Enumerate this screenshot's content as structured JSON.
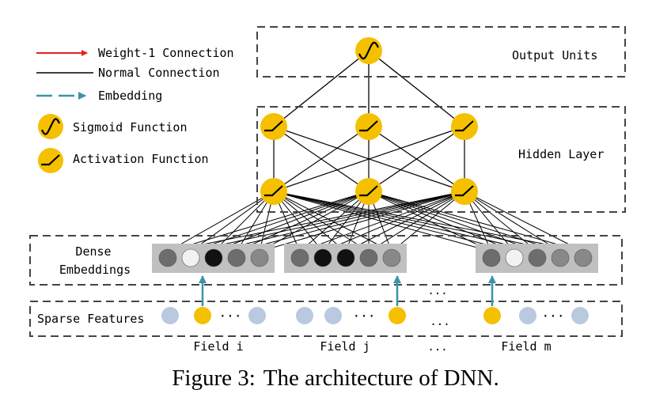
{
  "legend": {
    "weight1": "Weight-1 Connection",
    "normal": "Normal Connection",
    "embedding": "Embedding",
    "sigmoid": "Sigmoid Function",
    "activation": "Activation Function"
  },
  "layers": {
    "output": "Output Units",
    "hidden": "Hidden Layer",
    "dense_line1": "Dense",
    "dense_line2": "Embeddings",
    "sparse": "Sparse Features"
  },
  "fields": [
    "Field i",
    "Field j",
    "Field m"
  ],
  "ellipsis": "...",
  "inline_dots": "···",
  "caption": {
    "label": "Figure 3:",
    "text": "The architecture of DNN."
  },
  "colors": {
    "unit": "#f5c000",
    "unit_stroke": "#d49a00",
    "sparse_inactive": "#b9c9e0",
    "embed_box": "#c0c0c0",
    "arrow": "#3a95a8",
    "weight1": "#e32222"
  },
  "dense_embeddings": [
    [
      "#6d6d6d",
      "#f2f2f2",
      "#111111",
      "#6d6d6d",
      "#888888"
    ],
    [
      "#6d6d6d",
      "#111111",
      "#111111",
      "#6d6d6d",
      "#888888"
    ],
    [
      "#6d6d6d",
      "#f2f2f2",
      "#6d6d6d",
      "#888888",
      "#888888"
    ]
  ]
}
